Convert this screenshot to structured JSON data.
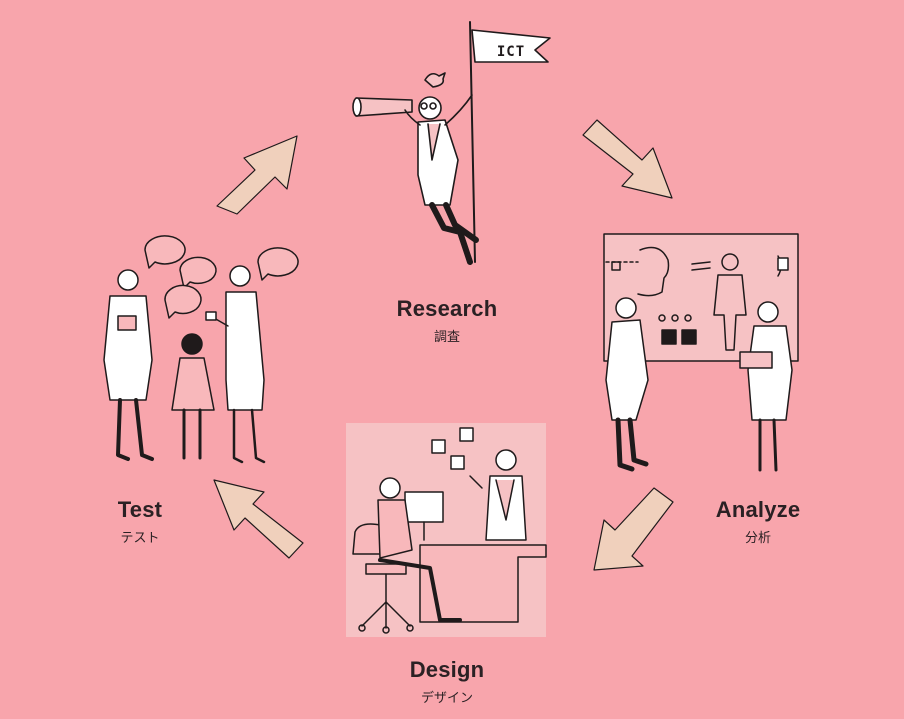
{
  "colors": {
    "background": "#f8a5ac",
    "arrow_fill": "#f0d0bc",
    "line": "#1f1a1b",
    "panel": "#f6c2c4"
  },
  "stages": [
    {
      "key": "research",
      "label": "Research",
      "sublabel": "調査"
    },
    {
      "key": "analyze",
      "label": "Analyze",
      "sublabel": "分析"
    },
    {
      "key": "design",
      "label": "Design",
      "sublabel": "デザイン"
    },
    {
      "key": "test",
      "label": "Test",
      "sublabel": "テスト"
    }
  ],
  "flag_text": "ICT",
  "icons": {
    "research": "researcher-with-telescope-icon",
    "analyze": "analysts-at-board-icon",
    "design": "designers-at-desk-icon",
    "test": "testing-group-icon",
    "arrows": "cycle-arrow-icon"
  }
}
